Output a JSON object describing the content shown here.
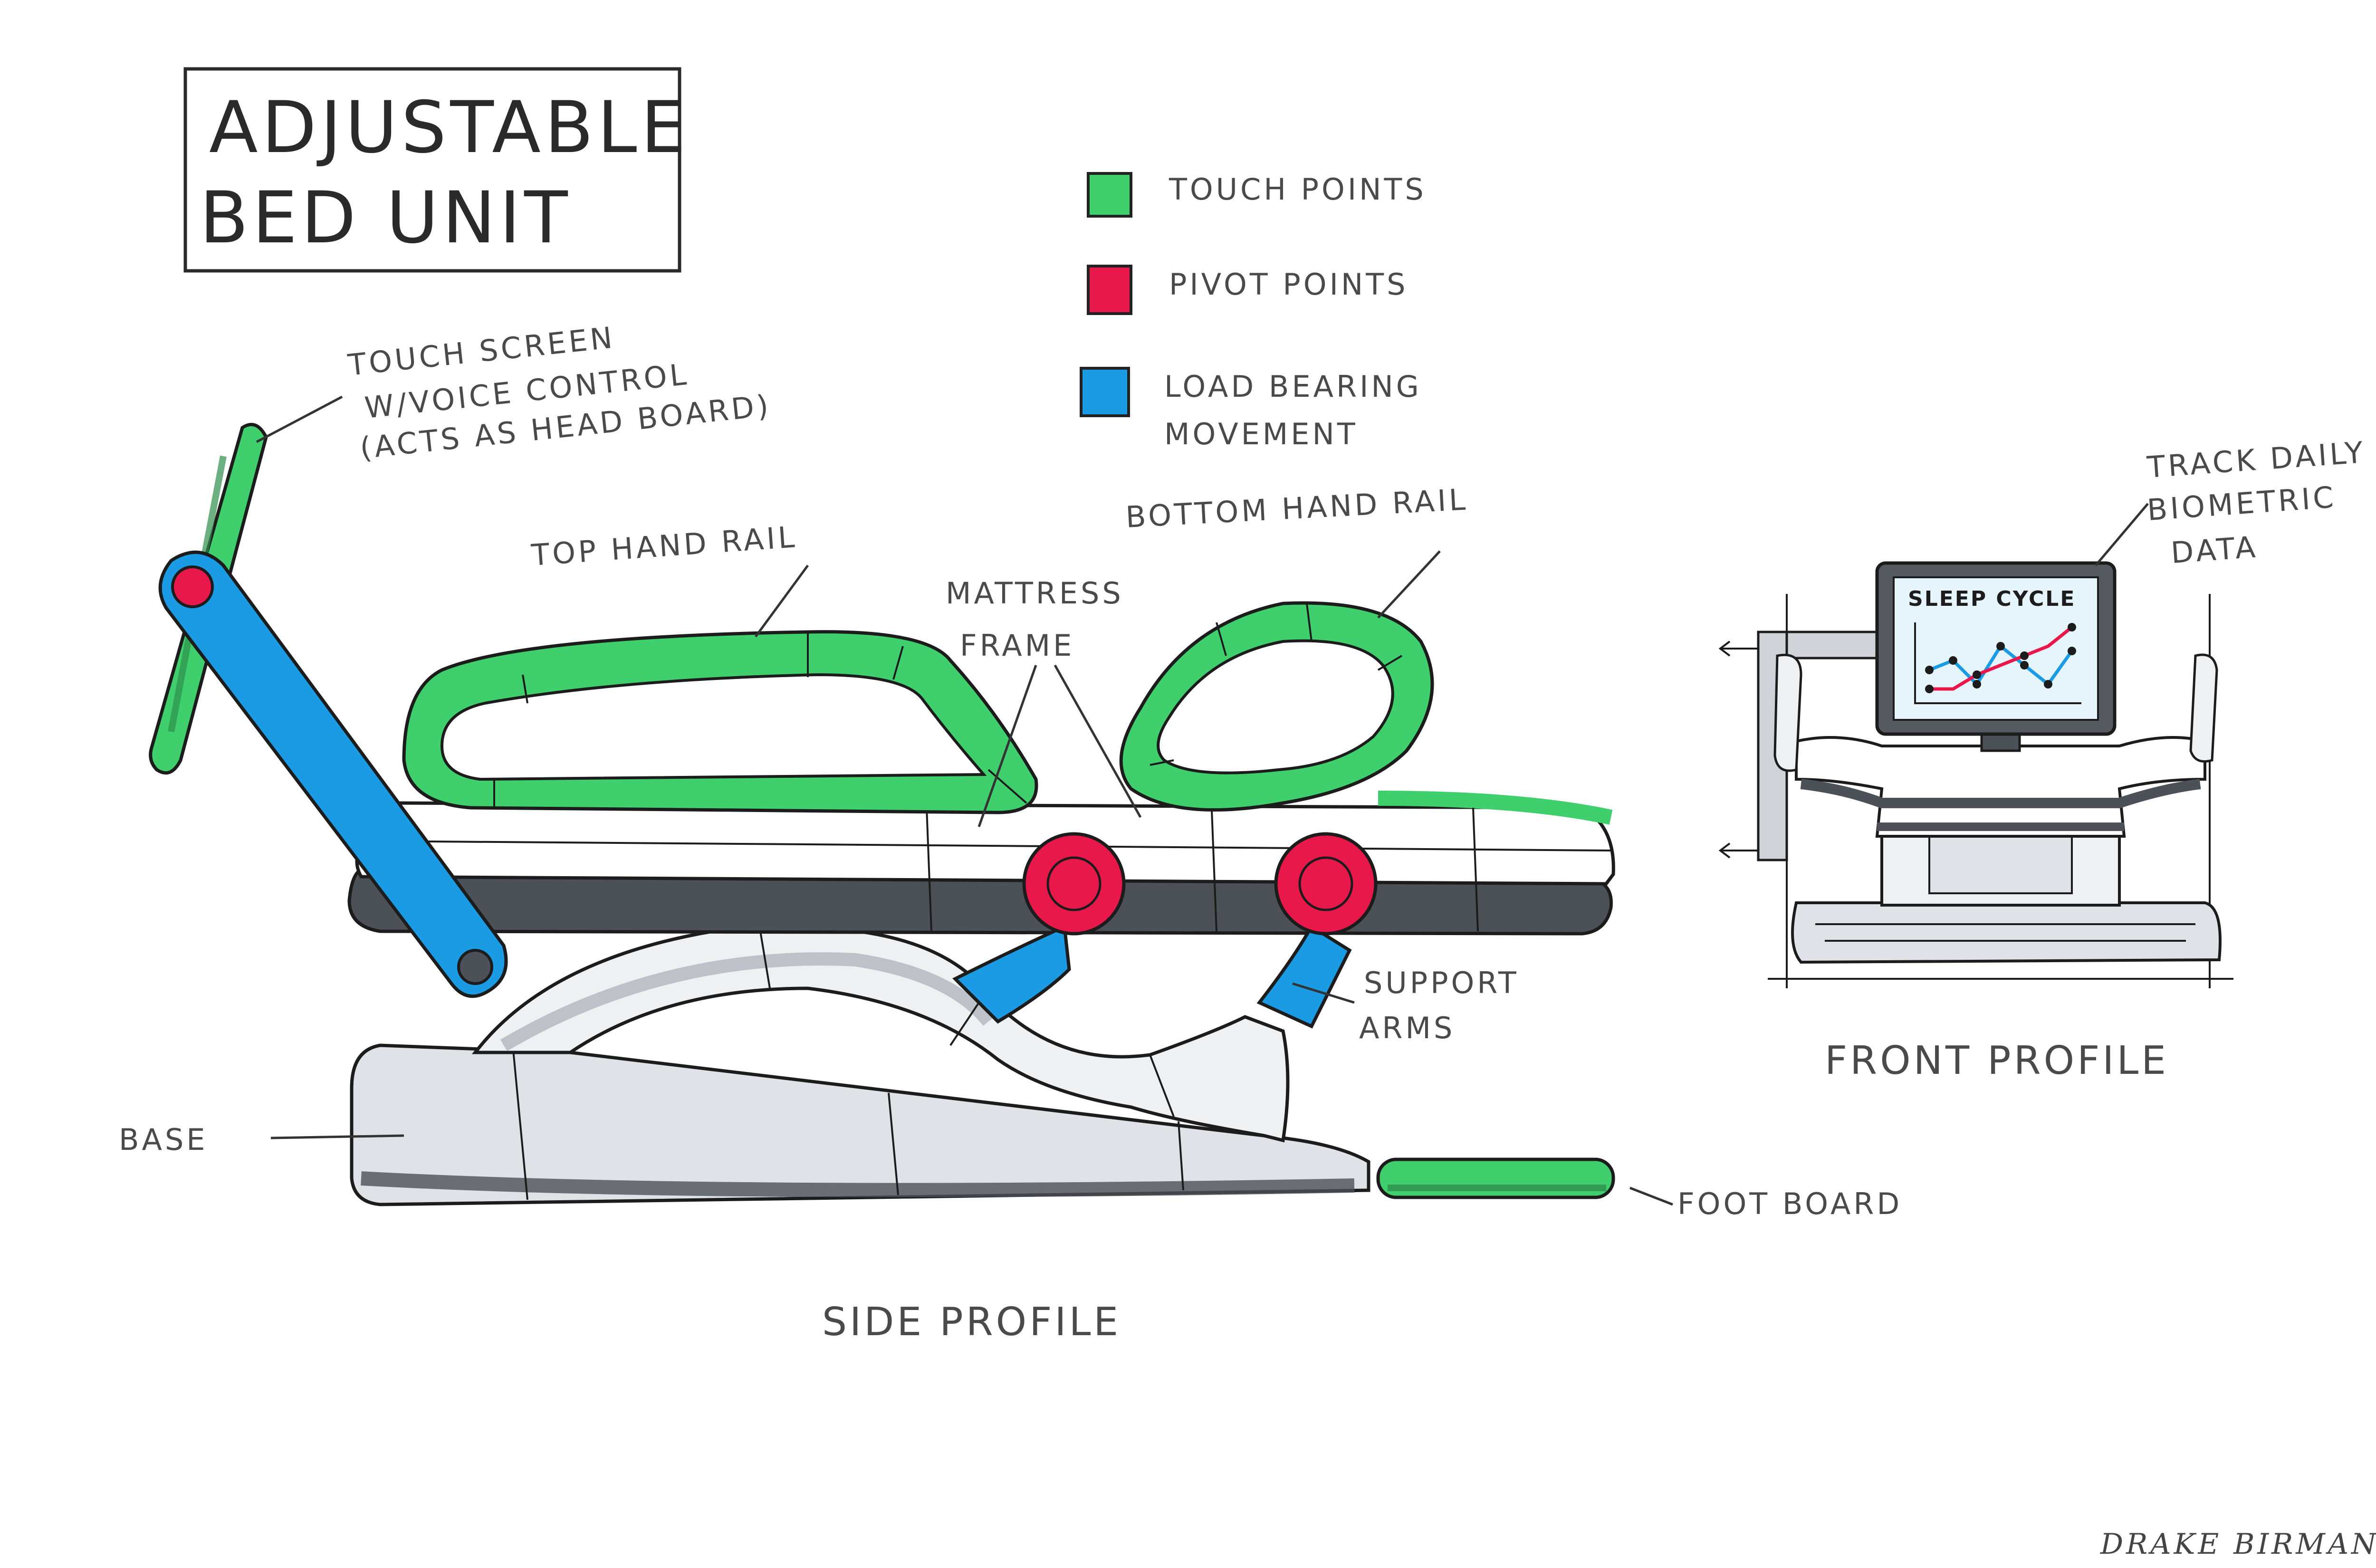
{
  "title": {
    "line1": "ADJUSTABLE",
    "line2": "BED UNIT"
  },
  "legend": {
    "items": [
      {
        "label": "TOUCH POINTS",
        "color": "#3fd06d"
      },
      {
        "label": "PIVOT POINTS",
        "color": "#e8184b"
      },
      {
        "label": "LOAD BEARING",
        "label2": "MOVEMENT",
        "color": "#1b9be3"
      }
    ]
  },
  "annotations": {
    "touch_screen": [
      "TOUCH SCREEN",
      "W/VOICE CONTROL",
      "(ACTS AS HEAD BOARD)"
    ],
    "top_hand_rail": "TOP HAND RAIL",
    "bottom_hand_rail": "BOTTOM HAND RAIL",
    "mattress_frame": [
      "MATTRESS",
      "FRAME"
    ],
    "support_arms": [
      "SUPPORT",
      "ARMS"
    ],
    "base": "BASE",
    "foot_board": "FOOT BOARD",
    "biometric": [
      "TRACK DAILY",
      "BIOMETRIC",
      "DATA"
    ]
  },
  "screen": {
    "title": "SLEEP CYCLE"
  },
  "views": {
    "side": "SIDE PROFILE",
    "front": "FRONT PROFILE"
  },
  "signature": "DRAKE BIRMANN",
  "colors": {
    "touch": "#3fd06d",
    "pivot": "#e8184b",
    "load": "#1b9be3",
    "gray_dark": "#4c5158",
    "gray_mid": "#a9aeb6",
    "gray_light": "#dfe2e6"
  }
}
